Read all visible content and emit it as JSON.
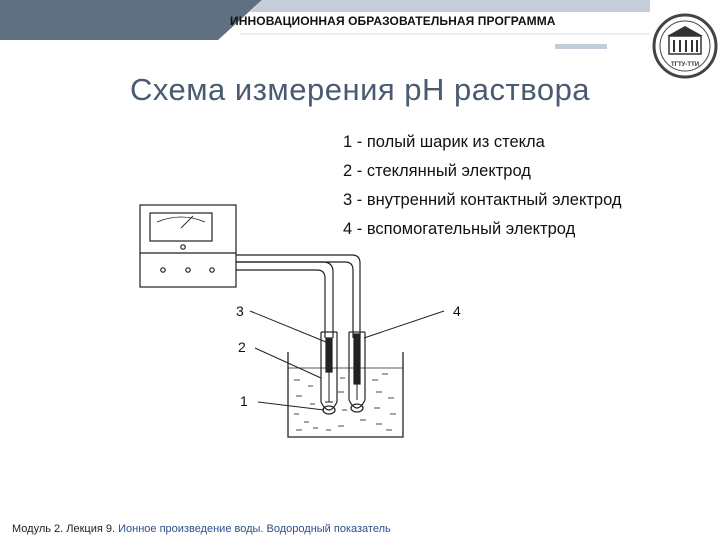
{
  "header": {
    "program_title": "ИННОВАЦИОННАЯ ОБРАЗОВАТЕЛЬНАЯ ПРОГРАММА",
    "logo_text": "ТГТУ-ТТИ",
    "colors": {
      "bar_dark": "#5f7080",
      "bar_light": "#c4ced8",
      "title_color": "#4a5a72"
    }
  },
  "slide": {
    "title": "Схема измерения pH раствора"
  },
  "legend": {
    "items": [
      "1 - полый шарик из стекла",
      "2 - стеклянный электрод",
      "3 - внутренний контактный электрод",
      "4 - вспомогательный электрод"
    ]
  },
  "diagram": {
    "labels": {
      "l1": "1",
      "l2": "2",
      "l3": "3",
      "l4": "4"
    }
  },
  "footer": {
    "module": "Модуль 2. Лекция 9.",
    "topic": "Ионное произведение воды. Водородный показатель"
  }
}
